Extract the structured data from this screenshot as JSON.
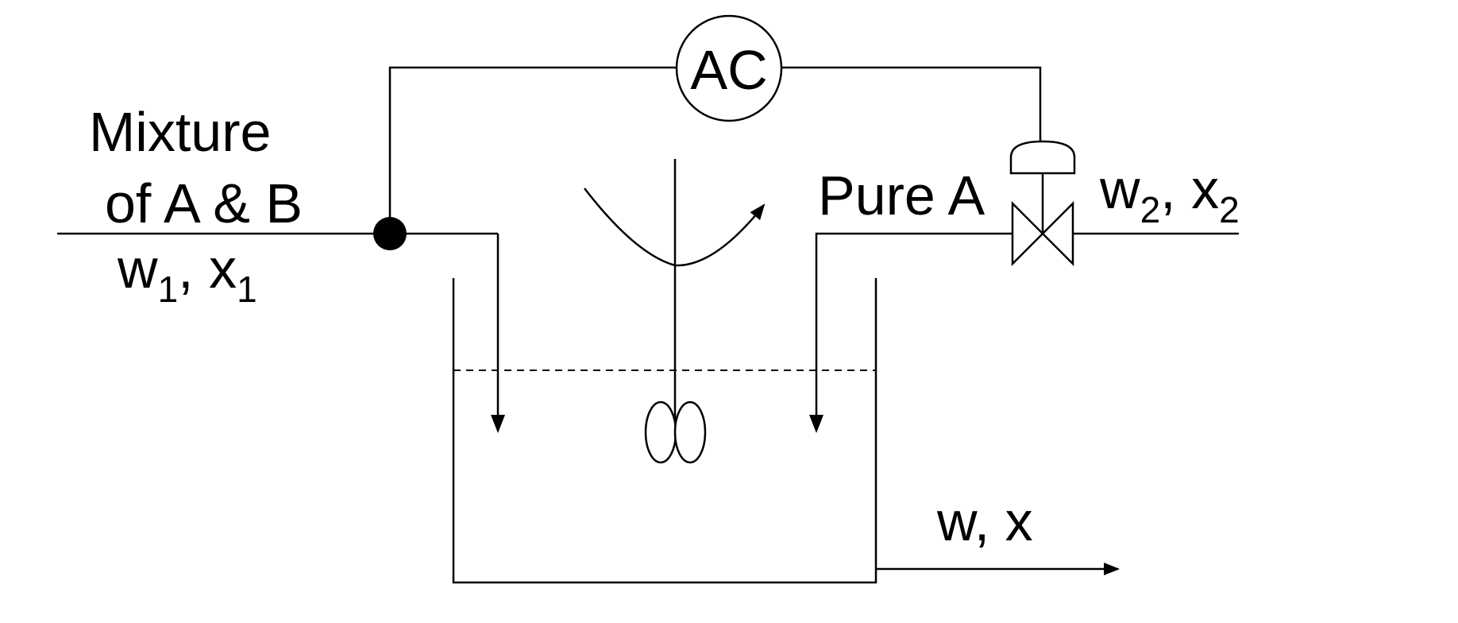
{
  "controller": {
    "label": "AC"
  },
  "feed1": {
    "line1": "Mixture",
    "line2": "of A & B",
    "w": "w",
    "w_sub": "1",
    "sep": ", ",
    "x": "x",
    "x_sub": "1"
  },
  "feed2": {
    "label": "Pure A",
    "w": "w",
    "w_sub": "2",
    "sep": ", ",
    "x": "x",
    "x_sub": "2"
  },
  "outlet": {
    "label": "w, x"
  },
  "colors": {
    "stroke": "#000000",
    "background": "#ffffff"
  }
}
